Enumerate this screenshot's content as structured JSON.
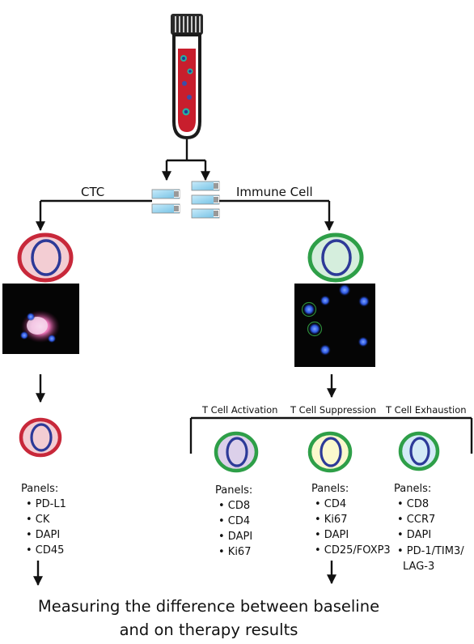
{
  "branches": {
    "ctc_label": "CTC",
    "immune_label": "Immune Cell"
  },
  "categories": {
    "activation": "T Cell Activation",
    "suppression": "T Cell Suppression",
    "exhaustion": "T Cell Exhaustion"
  },
  "panels": {
    "ctc": {
      "title": "Panels:",
      "items": [
        "• PD-L1",
        "• CK",
        "• DAPI",
        "• CD45"
      ]
    },
    "activation": {
      "title": "Panels:",
      "items": [
        "• CD8",
        "• CD4",
        "• DAPI",
        "• Ki67"
      ]
    },
    "suppression": {
      "title": "Panels:",
      "items": [
        "• CD4",
        "• Ki67",
        "• DAPI",
        "• CD25/FOXP3"
      ]
    },
    "exhaustion": {
      "title": "Panels:",
      "items": [
        "• CD8",
        "• CCR7",
        "• DAPI",
        "• PD-1/TIM3/",
        "LAG-3"
      ]
    }
  },
  "caption": {
    "line1": "Measuring the difference between baseline",
    "line2": "and on therapy results"
  },
  "colors": {
    "ctc_ring": "#c8283a",
    "ctc_fill": "#f3cdd3",
    "immune_ring": "#2e9f48",
    "immune_fill": "#d5eedd",
    "nucleus": "#2d3a98",
    "activation_fill": "#dcd0ea",
    "suppression_fill": "#fbf8cd",
    "exhaustion_fill": "#d3eaf6",
    "blood": "#c81e2d",
    "slide_blue": "#8fd0ee"
  }
}
